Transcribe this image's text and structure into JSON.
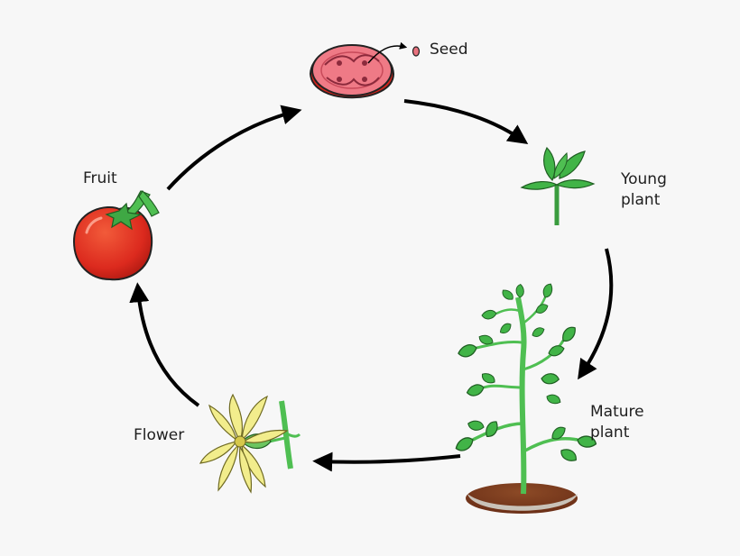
{
  "diagram": {
    "stages": {
      "seed": {
        "label": "Seed"
      },
      "young_plant": {
        "label": "Young\nplant"
      },
      "mature_plant": {
        "label": "Mature\nplant"
      },
      "flower": {
        "label": "Flower"
      },
      "fruit": {
        "label": "Fruit"
      }
    },
    "colors": {
      "arrow": "#000000",
      "tomato_red": "#dc2a1e",
      "tomato_flesh": "#ef7a86",
      "leaf_green": "#41b447",
      "stem_green": "#4fbf52",
      "flower_yellow": "#f2ed8c",
      "soil": "#7a3a1e"
    },
    "icons": [
      "halved-tomato-icon",
      "seed-icon",
      "seedling-icon",
      "tomato-plant-icon",
      "tomato-flower-icon",
      "whole-tomato-icon"
    ]
  }
}
